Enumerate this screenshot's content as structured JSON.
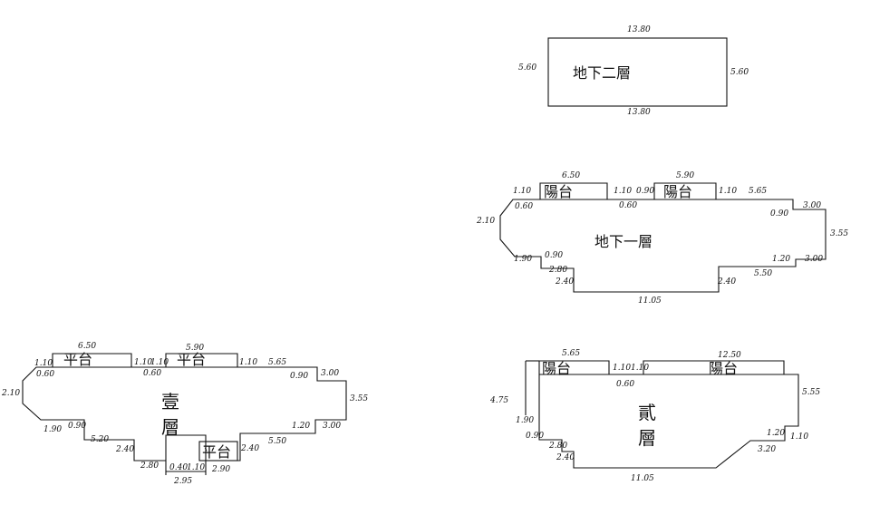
{
  "b2": {
    "label": "地下二層",
    "dims": {
      "top": "13.80",
      "bottom": "13.80",
      "left": "5.60",
      "right": "5.60"
    }
  },
  "b1": {
    "label": "地下一層",
    "balcony_label": "陽台",
    "dims": {
      "bal1_w": "6.50",
      "bal2_w": "5.90",
      "d_110a": "1.10",
      "d_060a": "0.60",
      "d_110b": "1.10",
      "d_060b": "0.60",
      "d_090a": "0.90",
      "d_110c": "1.10",
      "d_565": "5.65",
      "d_090b": "0.90",
      "d_300a": "3.00",
      "d_355": "3.55",
      "d_120": "1.20",
      "d_300b": "3.00",
      "d_550": "5.50",
      "d_240a": "2.40",
      "d_1105": "11.05",
      "d_240b": "2.40",
      "d_280": "2.80",
      "d_090c": "0.90",
      "d_190": "1.90",
      "d_210": "2.10"
    }
  },
  "f1": {
    "label_line1": "壹",
    "label_line2": "層",
    "terrace_label": "平台",
    "dims": {
      "t1_w": "6.50",
      "t2_w": "5.90",
      "d_110a": "1.10",
      "d_060a": "0.60",
      "d_110b": "1.10",
      "d_110c": "1.10",
      "d_060b": "0.60",
      "d_110d": "1.10",
      "d_565": "5.65",
      "d_090a": "0.90",
      "d_300a": "3.00",
      "d_355": "3.55",
      "d_120": "1.20",
      "d_300b": "3.00",
      "d_550": "5.50",
      "d_240a": "2.40",
      "d_290": "2.90",
      "d_110e": "1.10",
      "d_040": "0.40",
      "d_295": "2.95",
      "d_280": "2.80",
      "d_240b": "2.40",
      "d_520": "5.20",
      "d_090b": "0.90",
      "d_190": "1.90",
      "d_210": "2.10"
    }
  },
  "f2": {
    "label_line1": "貳",
    "label_line2": "層",
    "balcony_label": "陽台",
    "dims": {
      "bal1_w": "5.65",
      "bal2_w": "12.50",
      "d_475": "4.75",
      "d_110a": "1.10",
      "d_110b": "1.10",
      "d_060": "0.60",
      "d_555": "5.55",
      "d_120": "1.20",
      "d_110c": "1.10",
      "d_320": "3.20",
      "d_190": "1.90",
      "d_090": "0.90",
      "d_280": "2.80",
      "d_240": "2.40",
      "d_1105": "11.05"
    }
  }
}
